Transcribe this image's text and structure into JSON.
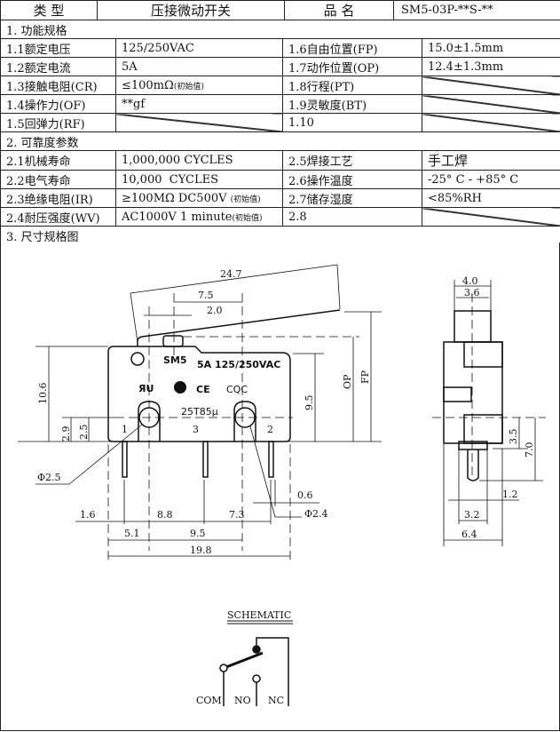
{
  "header": {
    "type_label": "类 型",
    "type_value": "压接微动开关",
    "name_label": "品 名",
    "name_value": "SM5-03P-**S-**"
  },
  "sections": {
    "s1": "1. 功能规格",
    "s2": "2. 可靠度参数",
    "s3": "3. 尺寸规格图"
  },
  "spec": [
    {
      "l1": "1.1额定电压",
      "v1": "125/250VAC",
      "l2": "1.6自由位置(FP)",
      "v2": "15.0±1.5mm"
    },
    {
      "l1": "1.2额定电流",
      "v1": "5A",
      "l2": "1.7动作位置(OP)",
      "v2": "12.4±1.3mm"
    },
    {
      "l1": "1.3接触电阻(CR)",
      "v1": "≤100mΩ",
      "n1": "(初始值)",
      "l2": "1.8行程(PT)"
    },
    {
      "l1": "1.4操作力(OF)",
      "v1": "**gf",
      "l2": "1.9灵敏度(BT)"
    },
    {
      "l1": "1.5回弹力(RF)",
      "l2": "1.10"
    }
  ],
  "reliability": [
    {
      "l1": "2.1机械寿命",
      "v1": "1,000,000 CYCLES",
      "l2": "2.5焊接工艺",
      "v2": "手工焊"
    },
    {
      "l1": "2.2电气寿命",
      "v1": "10,000  CYCLES",
      "l2": "2.6操作温度",
      "v2": "-25° C - +85° C"
    },
    {
      "l1": "2.3绝缘电阻(IR)",
      "v1": "≥100MΩ DC500V",
      "n1": "(初始值)",
      "l2": "2.7储存湿度",
      "v2": "<85%RH"
    },
    {
      "l1": "2.4耐压强度(WV)",
      "v1": "AC1000V 1 minute",
      "n1": "(初始值)",
      "l2": "2.8"
    }
  ],
  "drawing": {
    "front": {
      "model": "SM5",
      "rating": "5A 125/250VAC",
      "cqc": "CQC",
      "mark": "25T85μ",
      "pins": [
        "1",
        "3",
        "2"
      ],
      "dims": {
        "d247": "24.7",
        "d75": "7.5",
        "d20": "2.0",
        "d106": "10.6",
        "d95v": "9.5",
        "op": "OP",
        "fp": "FP",
        "d29": "2.9",
        "d25": "2.5",
        "phi25": "Φ2.5",
        "phi24": "Φ2.4",
        "d06": "0.6",
        "d16": "1.6",
        "d88": "8.8",
        "d73": "7.3",
        "d51": "5.1",
        "d95h": "9.5",
        "d198": "19.8"
      }
    },
    "side": {
      "d40": "4.0",
      "d36": "3.6",
      "d35": "3.5",
      "d70": "7.0",
      "d12": "1.2",
      "d32": "3.2",
      "d64": "6.4"
    },
    "schematic": {
      "title": "SCHEMATIC",
      "com": "COM",
      "no": "NO",
      "nc": "NC"
    }
  }
}
